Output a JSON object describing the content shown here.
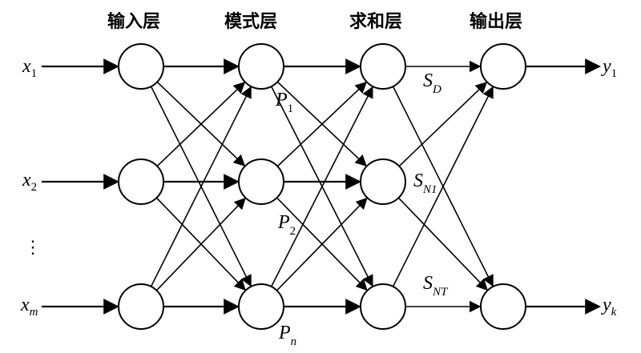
{
  "layers": {
    "input": "输入层",
    "pattern": "模式层",
    "summation": "求和层",
    "output": "输出层"
  },
  "inputs": [
    {
      "main": "x",
      "sub": "1"
    },
    {
      "main": "x",
      "sub": "2"
    },
    {
      "main": "x",
      "sub": "m"
    }
  ],
  "ellipsis": "⋮",
  "patterns": [
    {
      "main": "P",
      "sub": "1"
    },
    {
      "main": "P",
      "sub": "2"
    },
    {
      "main": "P",
      "sub": "n"
    }
  ],
  "sums": [
    {
      "main": "S",
      "sub": "D"
    },
    {
      "main": "S",
      "sub": "N1"
    },
    {
      "main": "S",
      "sub": "NT"
    }
  ],
  "outputs": [
    {
      "main": "y",
      "sub": "1"
    },
    {
      "main": "y",
      "sub": "k"
    }
  ]
}
